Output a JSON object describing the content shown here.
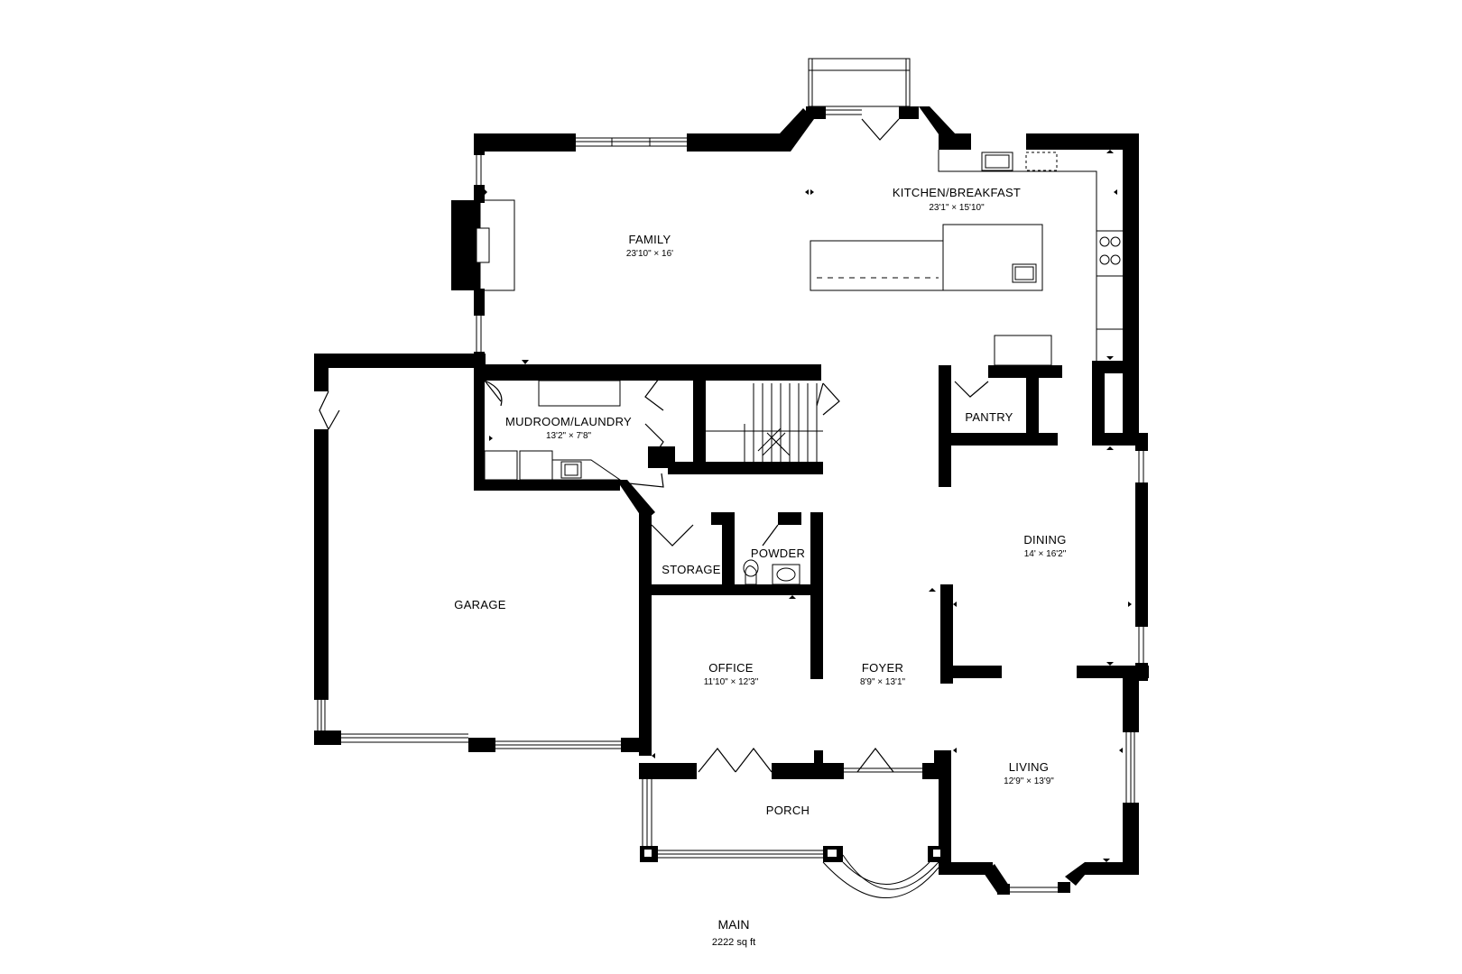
{
  "rooms": {
    "kitchen": {
      "name": "KITCHEN/BREAKFAST",
      "dims": "23'1\" × 15'10\""
    },
    "family": {
      "name": "FAMILY",
      "dims": "23'10\" × 16'"
    },
    "mudroom": {
      "name": "MUDROOM/LAUNDRY",
      "dims": "13'2\" × 7'8\""
    },
    "pantry": {
      "name": "PANTRY"
    },
    "garage": {
      "name": "GARAGE"
    },
    "storage": {
      "name": "STORAGE"
    },
    "powder": {
      "name": "POWDER"
    },
    "dining": {
      "name": "DINING",
      "dims": "14' × 16'2\""
    },
    "office": {
      "name": "OFFICE",
      "dims": "11'10\" × 12'3\""
    },
    "foyer": {
      "name": "FOYER",
      "dims": "8'9\" × 13'1\""
    },
    "living": {
      "name": "LIVING",
      "dims": "12'9\" × 13'9\""
    },
    "porch": {
      "name": "PORCH"
    }
  },
  "floor": {
    "name": "MAIN",
    "area": "2222 sq ft"
  },
  "colors": {
    "wall": "#000000",
    "background": "#ffffff",
    "fixture": "#555555"
  }
}
